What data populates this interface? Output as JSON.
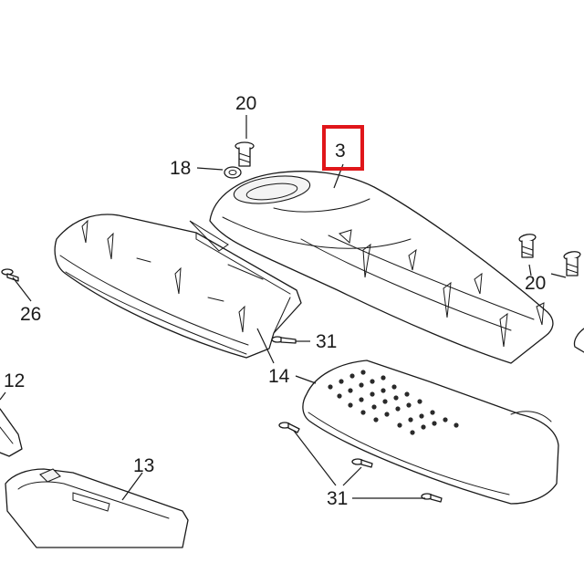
{
  "callouts": {
    "c3": "3",
    "c12": "12",
    "c13": "13",
    "c14": "14",
    "c18": "18",
    "c20_top": "20",
    "c20_right": "20",
    "c26": "26",
    "c31_mid": "31",
    "c31_bottom": "31"
  },
  "highlight": {
    "target_callout": "3",
    "color": "#e0161a"
  },
  "colors": {
    "line": "#1a1a1a",
    "background": "#ffffff"
  }
}
